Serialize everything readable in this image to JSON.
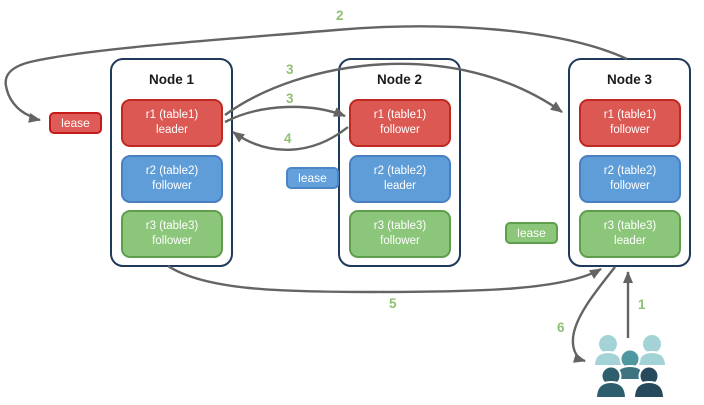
{
  "diagram": {
    "nodes": [
      {
        "title": "Node 1",
        "replicas": [
          {
            "name": "r1 (table1)",
            "role": "leader",
            "color": "red"
          },
          {
            "name": "r2 (table2)",
            "role": "follower",
            "color": "blue"
          },
          {
            "name": "r3 (table3)",
            "role": "follower",
            "color": "green"
          }
        ]
      },
      {
        "title": "Node 2",
        "replicas": [
          {
            "name": "r1 (table1)",
            "role": "follower",
            "color": "red"
          },
          {
            "name": "r2 (table2)",
            "role": "leader",
            "color": "blue"
          },
          {
            "name": "r3 (table3)",
            "role": "follower",
            "color": "green"
          }
        ]
      },
      {
        "title": "Node 3",
        "replicas": [
          {
            "name": "r1 (table1)",
            "role": "follower",
            "color": "red"
          },
          {
            "name": "r2 (table2)",
            "role": "follower",
            "color": "blue"
          },
          {
            "name": "r3 (table3)",
            "role": "leader",
            "color": "green"
          }
        ]
      }
    ],
    "leases": [
      {
        "label": "lease",
        "color": "red"
      },
      {
        "label": "lease",
        "color": "blue"
      },
      {
        "label": "lease",
        "color": "green"
      }
    ],
    "steps": {
      "step1": "1",
      "step2": "2",
      "step3a": "3",
      "step3b": "3",
      "step4": "4",
      "step5": "5",
      "step6": "6"
    },
    "icons": {
      "users": "users-icon"
    },
    "colors": {
      "replica_red": "#dc5853",
      "replica_red_border": "#be2a21",
      "replica_blue": "#5f9dd8",
      "replica_blue_border": "#4880c2",
      "replica_green": "#8cc67a",
      "replica_green_border": "#5e9e4d",
      "node_border": "#203a5c",
      "arrow_gray": "#646464",
      "step_label_green": "#8fbf70",
      "users_icon_light": "#a3d3d6",
      "users_icon_medium": "#4f98a2",
      "users_icon_dark_left": "#2e5e6d",
      "users_icon_dark_right": "#27495c"
    }
  }
}
